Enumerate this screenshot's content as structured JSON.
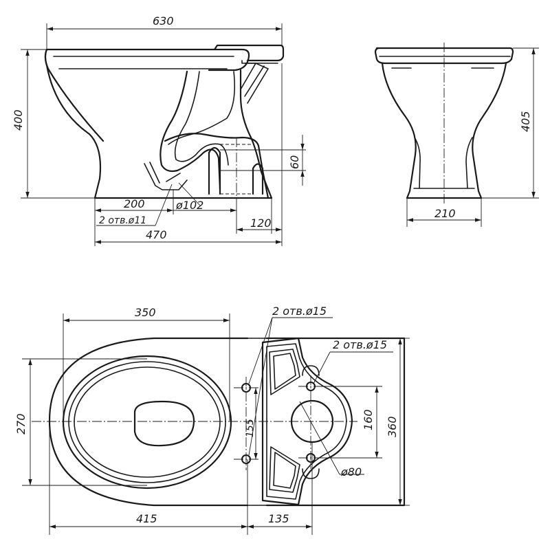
{
  "dimensions": {
    "width_total": "630",
    "height_side": "400",
    "height_front": "405",
    "base_front": "210",
    "len_200": "200",
    "outlet_dia": "ø102",
    "holes_floor": "2 отв.ø11",
    "outlet_60": "60",
    "len_120": "120",
    "len_470": "470",
    "plan_350": "350",
    "holes_tank_a": "2 отв.ø15",
    "holes_tank_b": "2 отв.ø15",
    "plan_270": "270",
    "plan_155": "155",
    "plan_160": "160",
    "plan_360": "360",
    "plan_dia80": "ø80",
    "plan_415": "415",
    "plan_135": "135"
  }
}
